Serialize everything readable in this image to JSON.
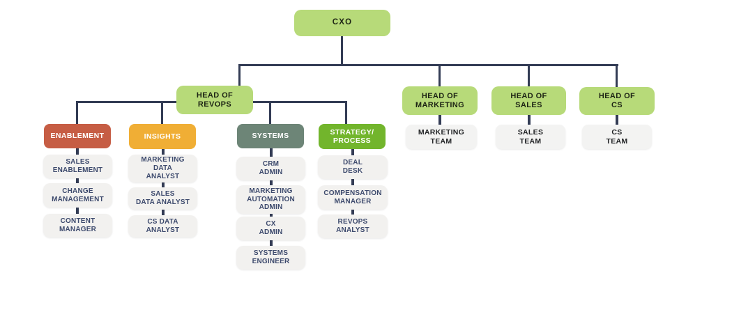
{
  "palette": {
    "node_green": "#b7da79",
    "enablement_red": "#c65d44",
    "insights_amber": "#f0ae35",
    "systems_sage": "#6d8577",
    "strategy_green": "#72b52c",
    "role_gray": "#f2f1ef",
    "role_text_navy": "#3d4a6d",
    "connector_navy": "#333c55"
  },
  "org": {
    "root": "CXO",
    "revops": {
      "label": "HEAD OF\nREVOPS"
    },
    "departments": [
      {
        "head": "HEAD OF\nMARKETING",
        "team": "MARKETING\nTEAM"
      },
      {
        "head": "HEAD OF\nSALES",
        "team": "SALES\nTEAM"
      },
      {
        "head": "HEAD OF\nCS",
        "team": "CS\nTEAM"
      }
    ],
    "functions": [
      {
        "label": "ENABLEMENT",
        "roles": [
          "SALES\nENABLEMENT",
          "CHANGE\nMANAGEMENT",
          "CONTENT\nMANAGER"
        ]
      },
      {
        "label": "INSIGHTS",
        "roles": [
          "MARKETING\nDATA\nANALYST",
          "SALES\nDATA ANALYST",
          "CS DATA\nANALYST"
        ]
      },
      {
        "label": "SYSTEMS",
        "roles": [
          "CRM\nADMIN",
          "MARKETING\nAUTOMATION\nADMIN",
          "CX\nADMIN",
          "SYSTEMS\nENGINEER"
        ]
      },
      {
        "label": "STRATEGY/\nPROCESS",
        "roles": [
          "DEAL\nDESK",
          "COMPENSATION\nMANAGER",
          "REVOPS\nANALYST"
        ]
      }
    ]
  }
}
